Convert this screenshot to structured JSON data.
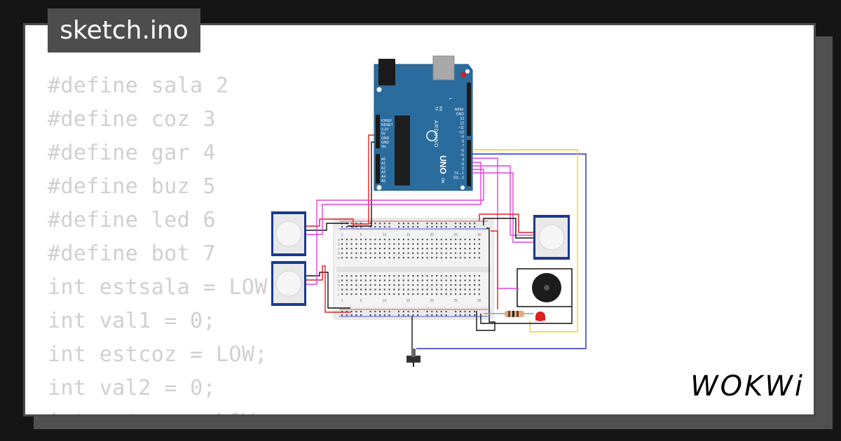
{
  "file_tab": {
    "title": "sketch.ino"
  },
  "code": {
    "lines": [
      "#define sala 2",
      "#define coz 3",
      "#define gar 4",
      "#define buz 5",
      "#define led 6",
      "#define bot 7",
      "int estsala = LOW;",
      "int val1 = 0;",
      "int estcoz = LOW;",
      "int val2 = 0;",
      "int estgar = LOW;"
    ]
  },
  "brand": {
    "logo": "WOKWi"
  },
  "board": {
    "uno_label": "UNO",
    "arduino_label": "ARDUINO",
    "power_pins": [
      "IOREF",
      "RESET",
      "3.3V",
      "5V",
      "GND",
      "GND",
      "Vin"
    ],
    "analog_pins": [
      "A0",
      "A1",
      "A2",
      "A3",
      "A4",
      "A5"
    ],
    "digital_pins": [
      "AREF",
      "GND",
      "13",
      "12",
      "~11",
      "~10",
      "~9",
      "8",
      "7",
      "~6",
      "~5",
      "4",
      "~3",
      "2",
      "TX→1",
      "RX←0"
    ],
    "on_label": "ON",
    "tx_label": "TX",
    "rx_label": "RX",
    "l_label": "L"
  },
  "breadboard": {
    "columns": [
      "1",
      "5",
      "10",
      "15",
      "20",
      "25",
      "30"
    ],
    "rows_top": [
      "a",
      "b",
      "c",
      "d",
      "e"
    ],
    "rows_bottom": [
      "f",
      "g",
      "h",
      "i",
      "j"
    ]
  },
  "colors": {
    "board": "#2b6c9e",
    "wire_red": "#e02020",
    "wire_black": "#111111",
    "wire_magenta": "#e040e0",
    "wire_yellow": "#f0d020",
    "wire_blue": "#2030c0",
    "sensor_blue": "#1a3a8a"
  }
}
